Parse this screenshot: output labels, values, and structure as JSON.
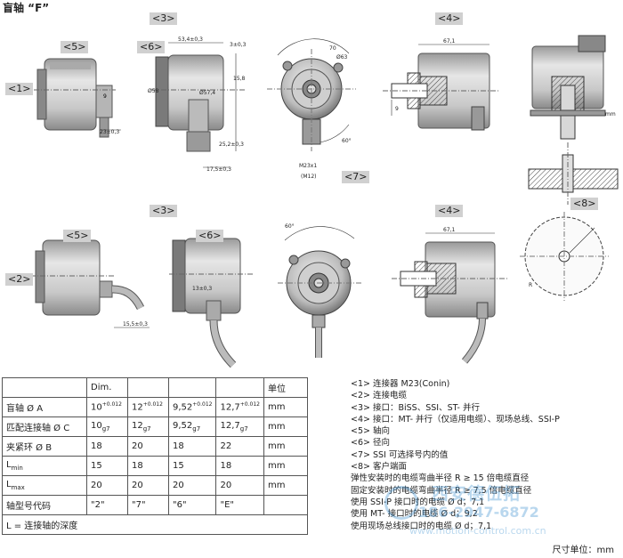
{
  "title": "盲轴 “F”",
  "tags": {
    "t1": "<1>",
    "t2": "<2>",
    "t3a": "<3>",
    "t3b": "<3>",
    "t4a": "<4>",
    "t4b": "<4>",
    "t5a": "<5>",
    "t5b": "<5>",
    "t6a": "<6>",
    "t6b": "<6>",
    "t7": "<7>",
    "t8": "<8>"
  },
  "dims": {
    "d1": "53,4±0,3",
    "d2": "3±0,3",
    "d3": "15,8",
    "d4": "23±0,3",
    "d5": "25,2±0,3",
    "d6": "17,5±0,3",
    "d7": "Ø58",
    "d8": "Ø57,4",
    "d9": "70",
    "d10": "Ø63",
    "d11": "60°",
    "d12": "M23x1",
    "d13": "(M12)",
    "d14": "67,1",
    "d15": "9",
    "d16": "15,5±0,3",
    "d17": "13±0,3",
    "d18": "R",
    "d19": "mm"
  },
  "table": {
    "header": [
      "",
      "Dim.",
      "",
      "",
      "",
      "单位"
    ],
    "rows": [
      {
        "label": "盲轴 Ø A",
        "v": [
          "10",
          "12",
          "9,52",
          "12,7"
        ],
        "sup": [
          "+0.012",
          "+0.012",
          "+0.012",
          "+0.012"
        ],
        "sub": [
          "",
          "",
          "",
          ""
        ],
        "unit": "mm"
      },
      {
        "label": "匹配连接轴 Ø C",
        "v": [
          "10",
          "12",
          "9,52",
          "12,7"
        ],
        "sup": [
          "",
          "",
          "",
          ""
        ],
        "sub": [
          "g7",
          "g7",
          "g7",
          "g7"
        ],
        "unit": "mm"
      },
      {
        "label": "夹紧环 Ø B",
        "v": [
          "18",
          "20",
          "18",
          "22"
        ],
        "sup": [
          "",
          "",
          "",
          ""
        ],
        "sub": [
          "",
          "",
          "",
          ""
        ],
        "unit": "mm"
      },
      {
        "label": "L",
        "labelSub": "min",
        "v": [
          "15",
          "18",
          "15",
          "18"
        ],
        "sup": [
          "",
          "",
          "",
          ""
        ],
        "sub": [
          "",
          "",
          "",
          ""
        ],
        "unit": "mm"
      },
      {
        "label": "L",
        "labelSub": "max",
        "v": [
          "20",
          "20",
          "20",
          "20"
        ],
        "sup": [
          "",
          "",
          "",
          ""
        ],
        "sub": [
          "",
          "",
          "",
          ""
        ],
        "unit": "mm"
      },
      {
        "label": "轴型号代码",
        "v": [
          "\"2\"",
          "\"7\"",
          "\"6\"",
          "\"E\""
        ],
        "sup": [
          "",
          "",
          "",
          ""
        ],
        "sub": [
          "",
          "",
          "",
          ""
        ],
        "unit": ""
      }
    ],
    "footer": "L = 连接轴的深度"
  },
  "legend": [
    "<1> 连接器 M23(Conin)",
    "<2> 连接电缆",
    "<3> 接口：BiSS、SSI、ST- 并行",
    "<4> 接口：MT- 并行（仅适用电缆）、现场总线、SSI-P",
    "<5> 轴向",
    "<6> 径向",
    "<7> SSI 可选择号内的值",
    "<8> 客户端面",
    "弹性安装时的电缆弯曲半径 R ≥ 15 倍电缆直径",
    "固定安装时的电缆弯曲半径 R ≥ 7,5 倍电缆直径",
    "使用 SSI-P 接口时的电缆 Ø d；7,1",
    "使用 MT- 接口时的电缆 Ø d；9,2",
    "使用现场总线接口时的电缆 Ø d；7,1"
  ],
  "unit_note": "尺寸单位：mm",
  "watermark": {
    "name": "西安德伍拓",
    "phone": "186-2947-6872",
    "url": "www.motion-control.com.cn"
  }
}
